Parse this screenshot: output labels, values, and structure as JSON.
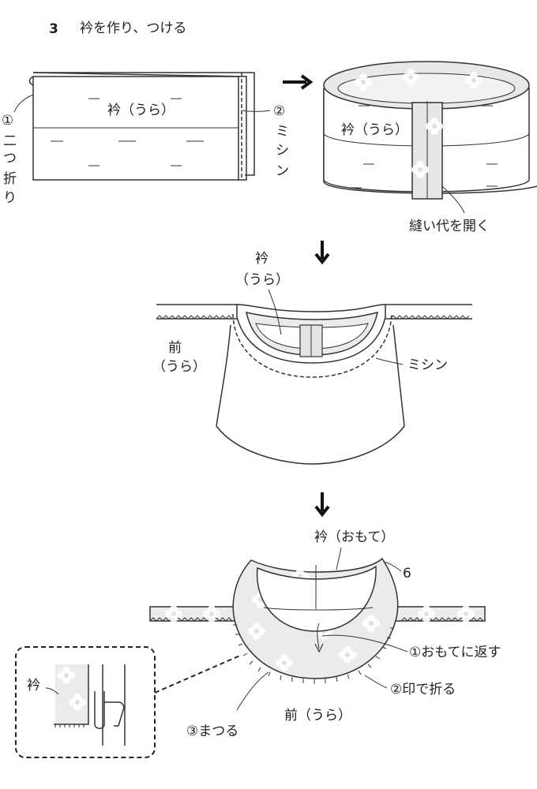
{
  "step": {
    "number": "3",
    "title": "衿を作り、つける"
  },
  "labels": {
    "collar_ura_1": "衿（うら）",
    "fold_num": "①",
    "fold_chars": [
      "二",
      "つ",
      "折",
      "り"
    ],
    "sew_num": "②",
    "sew_chars": [
      "ミ",
      "シ",
      "ン"
    ],
    "collar_ura_2": "衿（うら）",
    "open_seam": "縫い代を開く",
    "collar_line1": "衿",
    "collar_line2": "（うら）",
    "front_line1": "前",
    "front_line2": "（うら）",
    "sew_2": "ミシン",
    "collar_omote": "衿（おもて）",
    "mark_6": "6",
    "step_turn": "①おもてに返す",
    "step_fold": "②印で折る",
    "step_slip": "③まつる",
    "front_ura_bottom": "前（うら）",
    "detail_collar": "衿"
  },
  "icons": [
    "arrow-right-icon",
    "arrow-down-icon"
  ]
}
